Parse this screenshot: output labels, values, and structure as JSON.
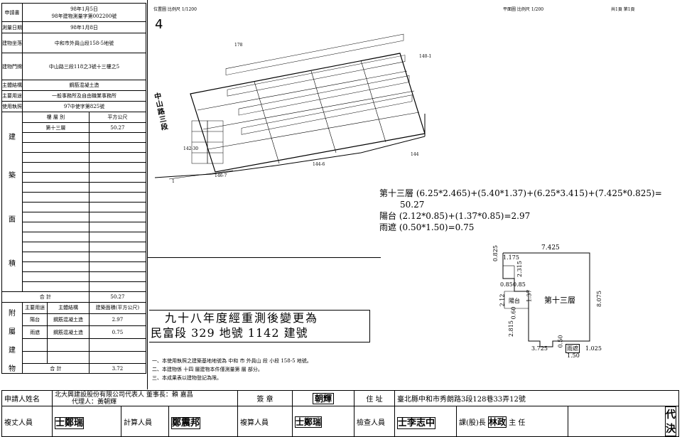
{
  "left_table": {
    "application_no_label": "申請書",
    "application_no_line1": "98年1月5日",
    "application_no_line2": "98年建物測量字第002200號",
    "survey_date_label": "測量日期",
    "survey_date": "98年1月8日",
    "location_label": "建物坐落",
    "location": "中和市外員山段158-5地號",
    "door_label": "建物門牌",
    "door": "中山路三段118之3號十三樓之5",
    "structure_label": "主體結構",
    "structure": "鋼筋混凝土造",
    "use_label": "主要用途",
    "use": "一般事務所及自由職業事務所",
    "license_label": "使用執照",
    "license": "97中使字第825號",
    "floor_col": "樓 層 別",
    "area_col": "平方公尺",
    "floor_rows": [
      {
        "floor": "第十三層",
        "area": "50.27"
      }
    ],
    "area_side_chars": [
      "建",
      "築",
      "面",
      "積"
    ],
    "total_label": "合  計",
    "total_value": "50.27",
    "annex_side_chars": [
      "附",
      "屬",
      "建",
      "物"
    ],
    "annex_headers": [
      "主要用途",
      "主體結構",
      "建築面積(平方公尺)"
    ],
    "annex_rows": [
      {
        "use": "陽台",
        "structure": "鋼筋混凝土造",
        "area": "2.97"
      },
      {
        "use": "雨遮",
        "structure": "鋼筋混凝土造",
        "area": "0.75"
      }
    ],
    "annex_total_label": "合  計",
    "annex_total_value": "3.72"
  },
  "site_plan": {
    "scale_label": "位置圖 比例尺  1/1200",
    "north": "4",
    "road_label": "中山路三段",
    "parcel_labels": [
      "178",
      "140-1",
      "144",
      "144-6",
      "142-30",
      "146-7",
      "1"
    ]
  },
  "floor_plan": {
    "scale_label": "平面圖 比例尺   1/200",
    "page_label": "共1頁  第1頁",
    "formula_line1": "第十三層 (6.25*2.465)+(5.40*1.37)+(6.25*3.415)+(7.425*0.825)=",
    "formula_line2": "50.27",
    "formula_line3": "陽台 (2.12*0.85)+(1.37*0.85)=2.97",
    "formula_line4": "雨遮 (0.50*1.50)=0.75",
    "dims": {
      "top": "7.425",
      "left_top": "0.825",
      "a": "1.175",
      "b": "2.315",
      "c": "0.85",
      "d": "0.85",
      "e": "1.37",
      "f": "2.12",
      "g": "0.60",
      "h": "2.815",
      "right": "8.075",
      "bottom1": "3.725",
      "bottom2": "0.50",
      "bottom3": "1.025",
      "bottom4": "1.50"
    },
    "balcony_label": "陽台",
    "floor_label": "第十三層",
    "canopy_label": "雨遮"
  },
  "remark": {
    "line1": "九十八年度經重測後變更為",
    "line2": "民富段 329 地號 1142 建號"
  },
  "notes": [
    "一、本使用執照之建築基地地號為 中和 市 外員山 段 小段 158-5 地號。",
    "二、本建物係 十四 層建物本件僅測量第  層 部分。",
    "三、本成果表以建物登記為限。"
  ],
  "bottom": {
    "applicant_label": "申請人姓名",
    "applicant_line1": "北大興建設股份有限公司代表人 董事長：賴 嘉昌",
    "applicant_line2": "代理人：黃朝輝",
    "seal_label": "簽 章",
    "seal_stamp": "朝輝",
    "address_label": "住 址",
    "address": "臺北縣中和市秀朗路3段128巷33弄12號",
    "surveyor_label": "複丈人員",
    "surveyor_stamp": "士鄭瑞",
    "calc_label": "計算人員",
    "calc_stamp": "鄭震邦",
    "recheck_label": "複算人員",
    "recheck_stamp": "士鄭瑞",
    "inspector_label": "檢查人員",
    "inspector_stamp": "士李志中",
    "section_label": "課(股)長",
    "section_stamp": "林政",
    "director_label": "主 任",
    "corner_stamp1": "代",
    "corner_stamp2": "決"
  }
}
